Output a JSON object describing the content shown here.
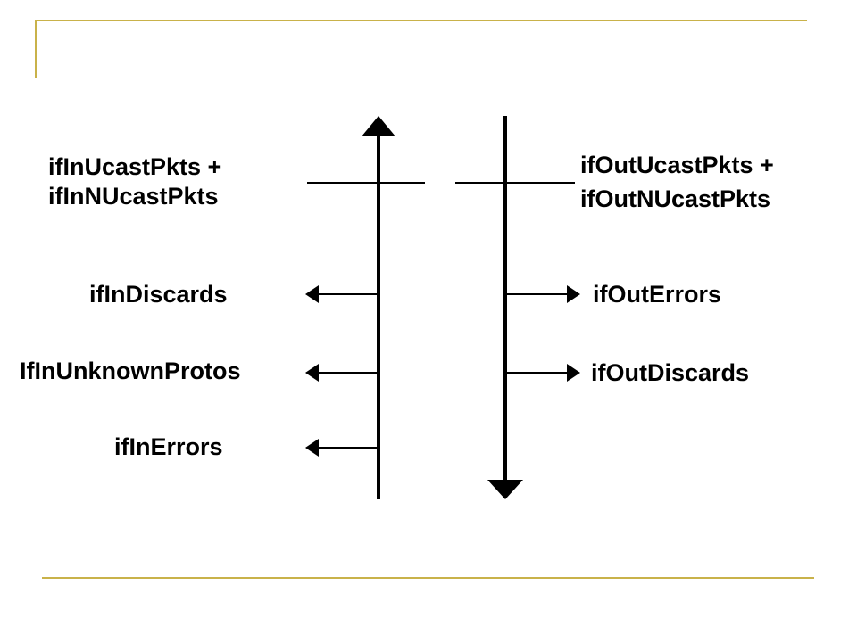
{
  "colors": {
    "frame": "#c9b24a",
    "ink": "#000000",
    "background": "#ffffff"
  },
  "diagram": {
    "in_side": {
      "total_line1": "ifInUcastPkts +",
      "total_line2": "ifInNUcastPkts",
      "discards": "ifInDiscards",
      "unknown_protos": "IfInUnknownProtos",
      "errors": "ifInErrors"
    },
    "out_side": {
      "total_line1": "ifOutUcastPkts +",
      "total_line2": "ifOutNUcastPkts",
      "errors": "ifOutErrors",
      "discards": "ifOutDiscards"
    }
  }
}
